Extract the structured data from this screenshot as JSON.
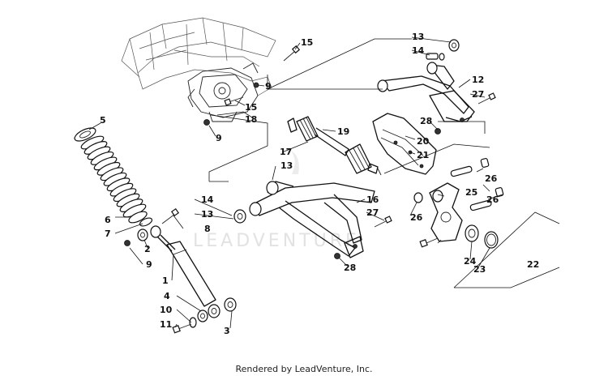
{
  "watermark": "LEADVENTURE",
  "caption": "Rendered by LeadVenture, Inc.",
  "callouts": {
    "c1": "1",
    "c2": "2",
    "c3": "3",
    "c4": "4",
    "c5": "5",
    "c6": "6",
    "c7": "7",
    "c8": "8",
    "c9a": "9",
    "c9b": "9",
    "c9c": "9",
    "c10": "10",
    "c11": "11",
    "c12": "12",
    "c13a": "13",
    "c13b": "13",
    "c13c": "13",
    "c14a": "14",
    "c14b": "14",
    "c15a": "15",
    "c15b": "15",
    "c16": "16",
    "c17": "17",
    "c18": "18",
    "c19": "19",
    "c20": "20",
    "c21": "21",
    "c22": "22",
    "c23": "23",
    "c24": "24",
    "c25": "25",
    "c26a": "26",
    "c26b": "26",
    "c27a": "27",
    "c27b": "27",
    "c28a": "28",
    "c28b": "28"
  },
  "colors": {
    "line": "#111111",
    "watermark": "#e2e2e2",
    "background": "#ffffff"
  }
}
